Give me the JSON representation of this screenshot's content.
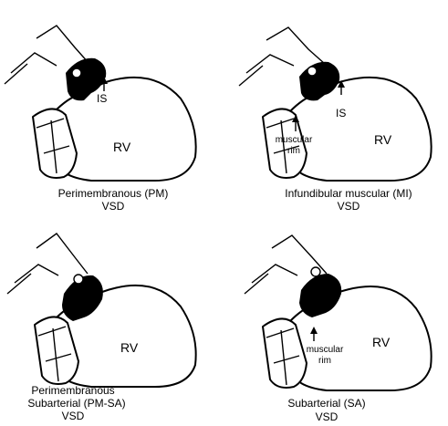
{
  "panels": [
    {
      "id": "pm",
      "chamber_label": "RV",
      "marker_label": "IS",
      "rim_label": "",
      "caption_line1": "Perimembranous (PM)",
      "caption_line2": "",
      "caption_line3": "VSD"
    },
    {
      "id": "mi",
      "chamber_label": "RV",
      "marker_label": "IS",
      "rim_label": "muscular rim",
      "rim_line1": "muscular",
      "rim_line2": "rim",
      "caption_line1": "Infundibular muscular (MI)",
      "caption_line2": "",
      "caption_line3": "VSD"
    },
    {
      "id": "pmsa",
      "chamber_label": "RV",
      "marker_label": "",
      "rim_label": "",
      "caption_line1": "Perimembranous",
      "caption_line2": "Subarterial (PM-SA)",
      "caption_line3": "VSD"
    },
    {
      "id": "sa",
      "chamber_label": "RV",
      "marker_label": "",
      "rim_label": "muscular rim",
      "rim_line1": "muscular",
      "rim_line2": "rim",
      "caption_line1": "Subarterial (SA)",
      "caption_line2": "",
      "caption_line3": "VSD"
    }
  ]
}
